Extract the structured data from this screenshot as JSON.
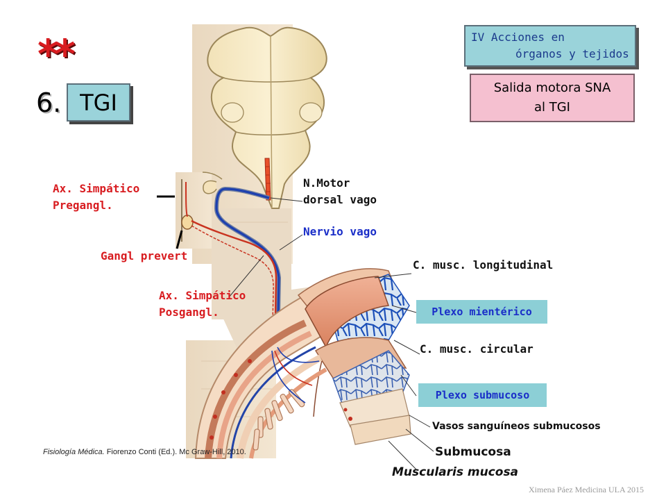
{
  "header": {
    "stars": "**",
    "number": "6.",
    "section_label": "TGI"
  },
  "boxes": {
    "acciones_line1": "IV Acciones en",
    "acciones_line2": "órganos y tejidos",
    "salida_line1": "Salida motora SNA",
    "salida_line2": "al  TGI"
  },
  "labels": {
    "ax_simp_pre_1": "Ax. Simpático",
    "ax_simp_pre_2": "Pregangl.",
    "gangl_prevert": "Gangl prevert",
    "ax_simp_pos_1": "Ax. Simpático",
    "ax_simp_pos_2": "Posgangl.",
    "n_motor_1": "N.Motor",
    "n_motor_2": "dorsal vago",
    "nervio_vago": "Nervio vago",
    "musc_longitudinal": "C. musc. longitudinal",
    "plexo_mienterico": "Plexo mientérico",
    "musc_circular": "C. musc. circular",
    "plexo_submucoso": "Plexo submucoso",
    "vasos": "Vasos sanguíneos submucosos",
    "submucosa": "Submucosa",
    "muscularis": "Muscularis mucosa"
  },
  "citation": {
    "title": "Fisiología Médica.",
    "rest": " Fiorenzo Conti (Ed.). Mc Graw-Hill,  2010."
  },
  "credit": "Ximena Páez Medicina ULA 2015",
  "colors": {
    "accent_red": "#d81c20",
    "label_blue": "#1a2ec8",
    "box_cyan": "#9ad3da",
    "box_pink": "#f5c0d0"
  }
}
